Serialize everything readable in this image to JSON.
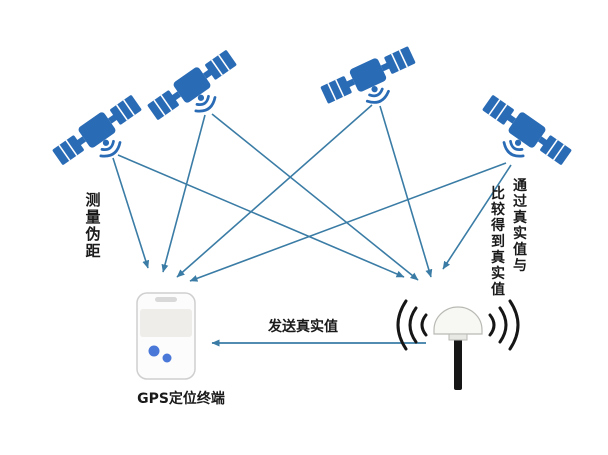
{
  "diagram": {
    "labels": {
      "measure_pseudorange": "测量伪距",
      "compare_col_right": "通过真实值与",
      "compare_col_left": "比较得到真实值",
      "send_true_value": "发送真实值",
      "gps_terminal": "GPS定位终端"
    },
    "colors": {
      "satellite_blue": "#2a6bb5",
      "arrow_blue": "#3a7ca5",
      "label_text": "#1a1a1a",
      "antenna_black": "#161616",
      "device_button_blue": "#4a78d8",
      "device_body": "#fcfcfc"
    },
    "icons": {
      "satellite": "satellite-icon",
      "gps_terminal": "gps-terminal-icon",
      "base_antenna": "base-antenna-icon",
      "signal_waves": "wifi-waves-icon"
    }
  }
}
